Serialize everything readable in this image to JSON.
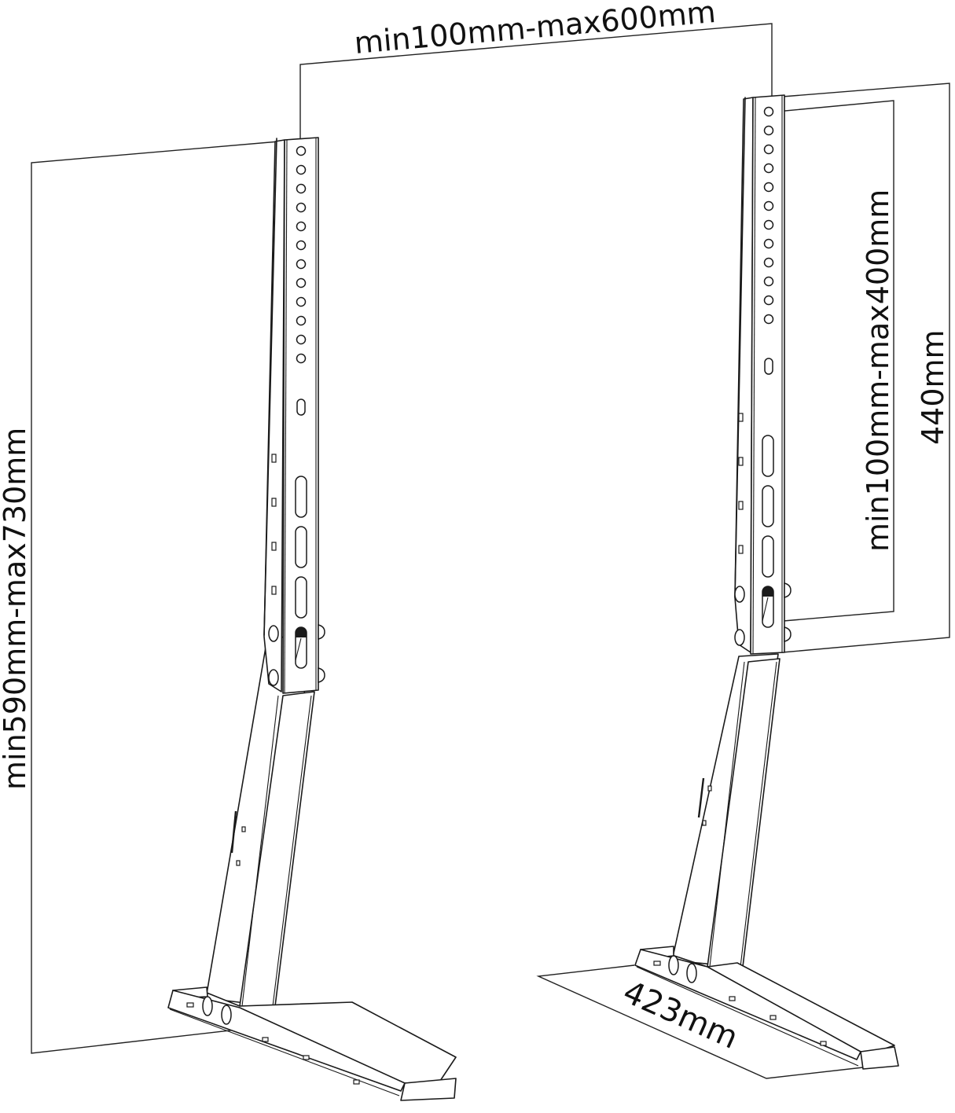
{
  "diagram": {
    "subject": "TV stand legs (pair) technical line drawing",
    "line_color": "#1a1a1a",
    "background": "#ffffff",
    "dimensions": {
      "horizontal_spacing": "min100mm-max600mm",
      "overall_height": "min590mm-max730mm",
      "vesa_vertical": "min100mm-max400mm",
      "upright_height": "440mm",
      "base_depth": "423mm"
    },
    "parts": {
      "left_leg": {
        "upright_round_holes": 12,
        "upright_slots": 4,
        "side_square_holes": 4,
        "base_side_holes": 2
      },
      "right_leg": {
        "upright_round_holes": 12,
        "upright_slots": 4,
        "side_square_holes": 4,
        "base_side_holes": 2
      }
    }
  }
}
